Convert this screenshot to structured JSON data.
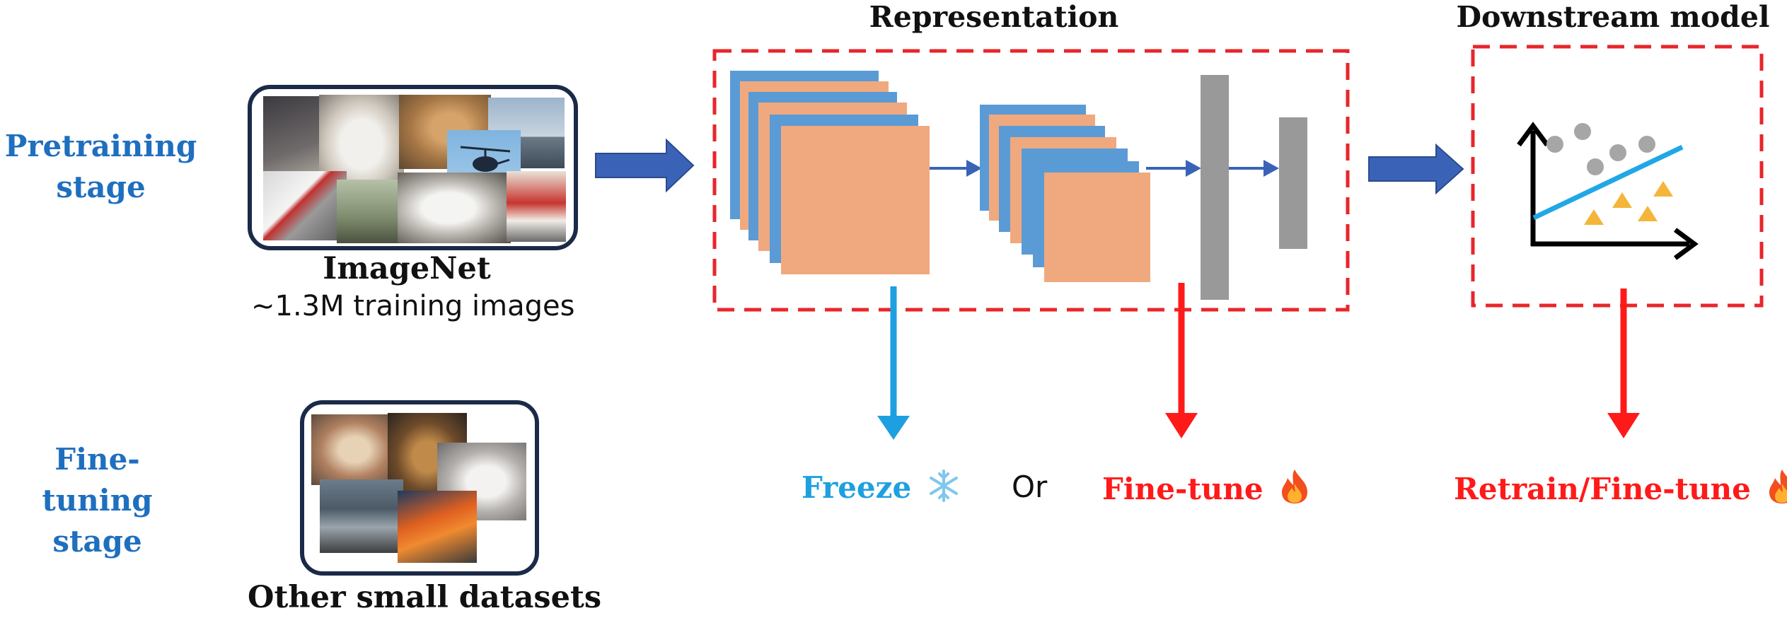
{
  "stages": {
    "pretraining": [
      "Pretraining",
      "stage"
    ],
    "finetuning": [
      "Fine-tuning",
      "stage"
    ]
  },
  "datasets": {
    "imagenet_name": "ImageNet",
    "imagenet_caption": "~1.3M training images",
    "small_caption": "Other small datasets"
  },
  "sections": {
    "representation": "Representation",
    "downstream": "Downstream model"
  },
  "outcomes": {
    "freeze": "Freeze",
    "or": "Or",
    "finetune": "Fine-tune",
    "retrain": "Retrain/Fine-tune"
  },
  "colors": {
    "stage_blue": "#1f6fbf",
    "freeze_blue": "#1ea0e0",
    "fire_red": "#ff1a1a",
    "dashed_red": "#e8262b",
    "arrow_blue": "#3a63b8",
    "layer_blue": "#5b9bd5",
    "layer_orange": "#f0a97e",
    "fc_gray": "#999999",
    "scatter_gray": "#a6a6a6",
    "triangle_yellow": "#f4b53a",
    "fit_line": "#21a7e6"
  },
  "icons": {
    "freeze": "snowflake-icon",
    "finetune": "fire-icon",
    "retrain": "fire-icon"
  }
}
